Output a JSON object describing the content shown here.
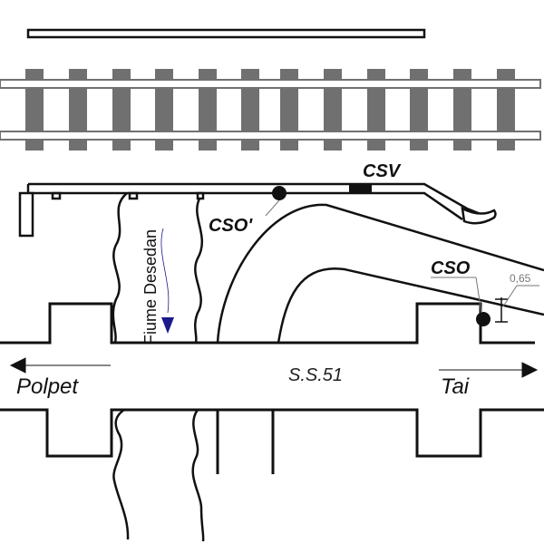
{
  "labels": {
    "csv": "CSV",
    "cso_prime": "CSO'",
    "cso": "CSO",
    "dimension": "0,65",
    "river": "Fiume Desedan",
    "road": "S.S.51",
    "west": "Polpet",
    "east": "Tai"
  },
  "colors": {
    "line": "#111111",
    "rail_ties": "#707070",
    "river_arrow": "#1a1a8c",
    "dimension_text": "#777777"
  }
}
